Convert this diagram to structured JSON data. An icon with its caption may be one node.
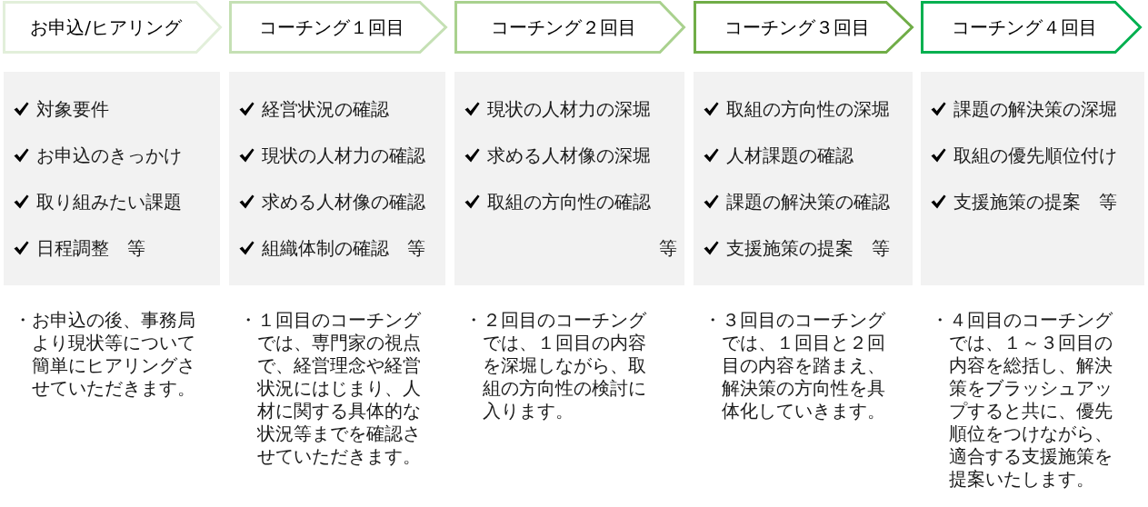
{
  "diagram": {
    "nodes": [
      {
        "text": [
          "お申込/ヒアリング"
        ]
      },
      {
        "text": [
          "コーチング１回目"
        ]
      },
      {
        "text": [
          "コーチング２回目"
        ]
      },
      {
        "text": [
          "コーチング３回目"
        ]
      },
      {
        "text": [
          "コーチング４回目"
        ]
      },
      {
        "text": [
          "対象要件",
          "お申込のきっかけ",
          "取り組みたい課題",
          "日程調整　等"
        ],
        "beside": [
          "・お申込の後、事務局より現状等について簡単にヒアリングさせていただきます。"
        ]
      },
      {
        "text": [
          "経営状況の確認",
          "現状の人材力の確認",
          "求める人材像の確認",
          "組織体制の確認　等"
        ],
        "beside": [
          "・１回目のコーチングでは、専門家の視点で、経営理念や経営状況にはじまり、人材に関する具体的な状況等までを確認させていただきます。"
        ]
      },
      {
        "text": [
          "現状の人材力の深堀",
          "求める人材像の深堀",
          "取組の方向性の確認",
          "等"
        ],
        "beside": [
          "・２回目のコーチングでは、１回目の内容を深堀しながら、取組の方向性の検討に入ります。"
        ]
      },
      {
        "text": [
          "取組の方向性の深堀",
          "人材課題の確認",
          "課題の解決策の確認",
          "支援施策の提案　等"
        ],
        "beside": [
          "・３回目のコーチングでは、１回目と２回目の内容を踏まえ、解決策の方向性を具体化していきます。"
        ]
      },
      {
        "text": [
          "課題の解決策の深堀",
          "取組の優先順位付け",
          "支援施策の提案　等"
        ],
        "beside": [
          "・４回目のコーチングでは、１～３回目の内容を総括し、解決策をブラッシュアップすると共に、優先順位をつけながら、適合する支援施策を提案いたします。"
        ]
      }
    ]
  }
}
